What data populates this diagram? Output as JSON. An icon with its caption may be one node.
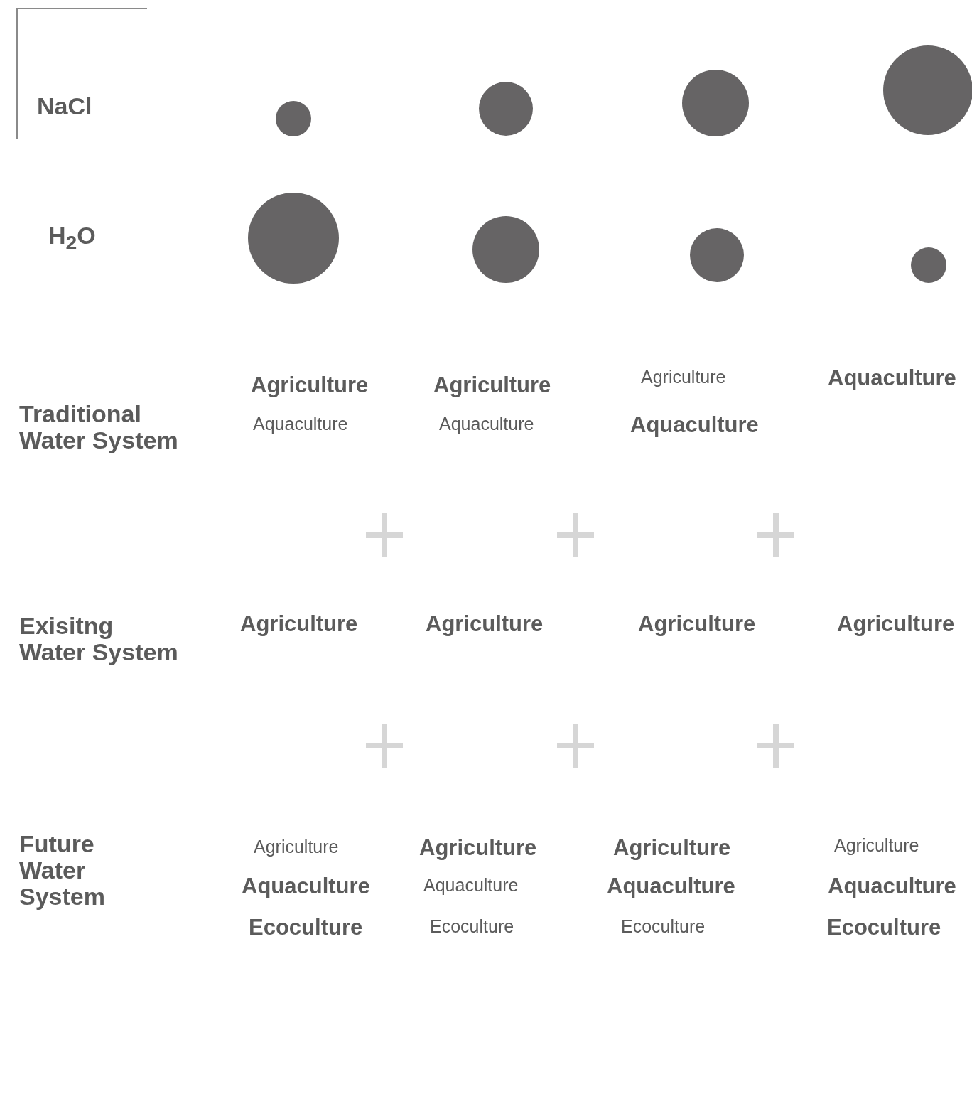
{
  "diagram": {
    "nodes": [
      {
        "text": [],
        "shape": "circle"
      },
      {
        "text": [],
        "shape": "circle"
      },
      {
        "text": [],
        "shape": "circle"
      },
      {
        "text": [],
        "shape": "circle"
      },
      {
        "text": [],
        "shape": "circle"
      },
      {
        "text": [],
        "shape": "circle"
      },
      {
        "text": [],
        "shape": "circle"
      },
      {
        "text": [],
        "shape": "circle"
      }
    ],
    "labels": [
      "NaCl",
      "H$_{2}$O",
      "Agriculture",
      "Agriculture",
      "Agriculture",
      "Aquaculture",
      "Traditional Water System",
      "Aquaculture",
      "Aquaculture",
      "Aquaculture",
      "Exisitng Water System",
      "Agriculture",
      "Agriculture",
      "Agriculture",
      "Agriculture",
      "Future Water System",
      "Agriculture",
      "Agriculture",
      "Agriculture",
      "Agriculture",
      "Aquaculture",
      "Aquaculture",
      "Aquaculture",
      "Aquaculture",
      "Ecoculture",
      "Ecoculture",
      "Ecoculture",
      "Ecoculture"
    ]
  }
}
